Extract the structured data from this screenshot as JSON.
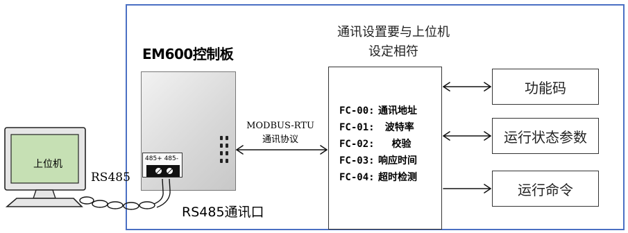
{
  "diagram": {
    "note": [
      "通讯设置要与上位机",
      "设定相符"
    ],
    "board_title": "EM600控制板",
    "connector_label": "485+ 485-",
    "link_protocol": "MODBUS-RTU",
    "link_caption": "通讯协议",
    "host_label": "上位机",
    "cable_label": "RS485",
    "port_label": "RS485通讯口",
    "function_codes": [
      {
        "code": "FC-00:",
        "desc": "通讯地址"
      },
      {
        "code": "FC-01:",
        "desc": "  波特率"
      },
      {
        "code": "FC-02:",
        "desc": "    校验"
      },
      {
        "code": "FC-03:",
        "desc": "响应时间"
      },
      {
        "code": "FC-04:",
        "desc": "超时检测"
      }
    ],
    "right_boxes": [
      "功能码",
      "运行状态参数",
      "运行命令"
    ],
    "colors": {
      "frame": "#4a6fc3",
      "screen": "#c6e0b4",
      "monitor_body": "#e6e6e6"
    }
  }
}
